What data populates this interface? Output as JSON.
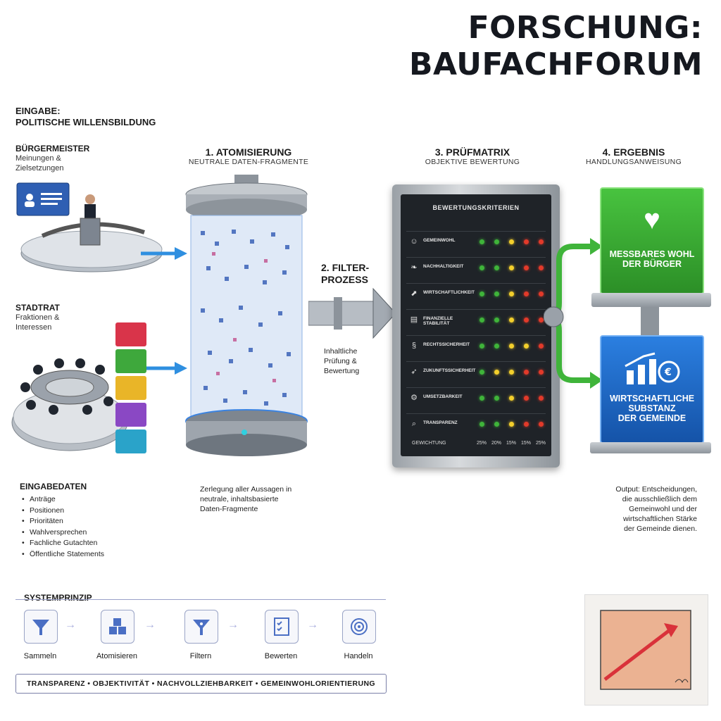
{
  "title": {
    "line1": "FORSCHUNG:",
    "line2": "BAUFACHFORUM"
  },
  "input": {
    "header_line1": "EINGABE:",
    "header_line2": "POLITISCHE WILLENSBILDUNG",
    "mayor": {
      "title": "BÜRGERMEISTER",
      "sub1": "Meinungen &",
      "sub2": "Zielsetzungen"
    },
    "council": {
      "title": "STADTRAT",
      "sub1": "Fraktionen &",
      "sub2": "Interessen"
    },
    "data_header": "EINGABEDATEN",
    "data_items": [
      "Anträge",
      "Positionen",
      "Prioritäten",
      "Wahlversprechen",
      "Fachliche Gutachten",
      "Öffentliche Statements"
    ]
  },
  "steps": {
    "s1": {
      "title": "1. ATOMISIERUNG",
      "sub": "NEUTRALE DATEN-FRAGMENTE",
      "caption1": "Zerlegung aller Aussagen in",
      "caption2": "neutrale, inhaltsbasierte",
      "caption3": "Daten-Fragmente"
    },
    "s2": {
      "title1": "2. FILTER-",
      "title2": "PROZESS",
      "caption1": "Inhaltliche",
      "caption2": "Prüfung &",
      "caption3": "Bewertung"
    },
    "s3": {
      "title": "3. PRÜFMATRIX",
      "sub": "OBJEKTIVE BEWERTUNG"
    },
    "s4": {
      "title": "4. ERGEBNIS",
      "sub": "HANDLUNGSANWEISUNG"
    }
  },
  "matrix": {
    "header": "BEWERTUNGSKRITERIEN",
    "rows": [
      {
        "label": "GEMEINWOHL",
        "icon": "people-icon",
        "dots": [
          "g",
          "g",
          "y",
          "r",
          "r"
        ]
      },
      {
        "label": "NACHHALTIGKEIT",
        "icon": "leaf-icon",
        "dots": [
          "g",
          "g",
          "y",
          "r",
          "r"
        ]
      },
      {
        "label": "WIRTSCHAFTLICHKEIT",
        "icon": "growth-icon",
        "dots": [
          "g",
          "g",
          "y",
          "r",
          "r"
        ]
      },
      {
        "label": "FINANZIELLE STABILITÄT",
        "icon": "coins-icon",
        "dots": [
          "g",
          "g",
          "y",
          "r",
          "r"
        ]
      },
      {
        "label": "RECHTSSICHERHEIT",
        "icon": "paragraph-icon",
        "dots": [
          "g",
          "g",
          "y",
          "y",
          "r"
        ]
      },
      {
        "label": "ZUKUNFTSSICHERHEIT",
        "icon": "rocket-icon",
        "dots": [
          "g",
          "y",
          "y",
          "r",
          "r"
        ]
      },
      {
        "label": "UMSETZBARKEIT",
        "icon": "gears-icon",
        "dots": [
          "g",
          "g",
          "y",
          "r",
          "r"
        ]
      },
      {
        "label": "TRANSPARENZ",
        "icon": "magnifier-icon",
        "dots": [
          "g",
          "g",
          "y",
          "r",
          "r"
        ]
      }
    ],
    "weight_label": "GEWICHTUNG",
    "weights": [
      "25%",
      "20%",
      "15%",
      "15%",
      "25%"
    ]
  },
  "results": {
    "r1_line1": "MESSBARES WOHL",
    "r1_line2": "DER BÜRGER",
    "r2_line1": "WIRTSCHAFTLICHE",
    "r2_line2": "SUBSTANZ",
    "r2_line3": "DER GEMEINDE",
    "output1": "Output: Entscheidungen,",
    "output2": "die ausschließlich dem",
    "output3": "Gemeinwohl und der",
    "output4": "wirtschaftlichen Stärke",
    "output5": "der Gemeinde dienen."
  },
  "principle": {
    "header": "SYSTEMPRINZIP",
    "steps": [
      "Sammeln",
      "Atomisieren",
      "Filtern",
      "Bewerten",
      "Handeln"
    ],
    "footer": "TRANSPARENZ • OBJEKTIVITÄT • NACHVOLLZIEHBARKEIT • GEMEINWOHLORIENTIERUNG"
  },
  "colors": {
    "green": "#3fb43a",
    "blue": "#1f74d6",
    "red": "#e23a2a",
    "yellow": "#f3cf2c"
  }
}
